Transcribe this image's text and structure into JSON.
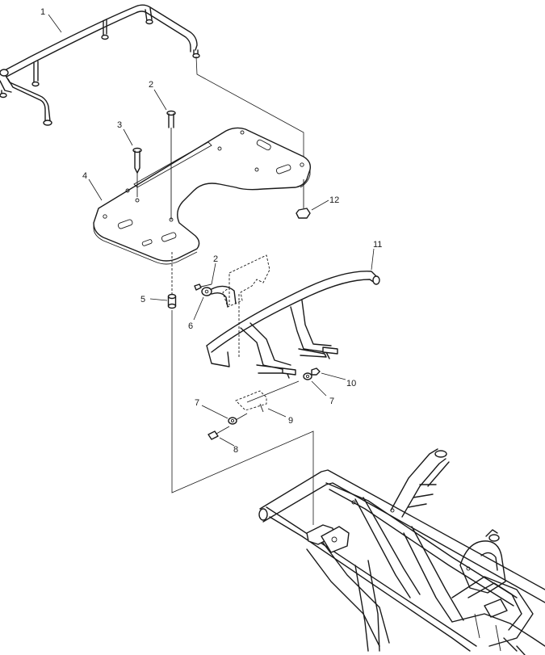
{
  "callouts": [
    {
      "id": "c1",
      "text": "1"
    },
    {
      "id": "c2a",
      "text": "2"
    },
    {
      "id": "c3",
      "text": "3"
    },
    {
      "id": "c4",
      "text": "4"
    },
    {
      "id": "c12",
      "text": "12"
    },
    {
      "id": "c11",
      "text": "11"
    },
    {
      "id": "c2b",
      "text": "2"
    },
    {
      "id": "c5",
      "text": "5"
    },
    {
      "id": "c6",
      "text": "6"
    },
    {
      "id": "c10",
      "text": "10"
    },
    {
      "id": "c7a",
      "text": "7"
    },
    {
      "id": "c7b",
      "text": "7"
    },
    {
      "id": "c9",
      "text": "9"
    },
    {
      "id": "c8",
      "text": "8"
    }
  ]
}
